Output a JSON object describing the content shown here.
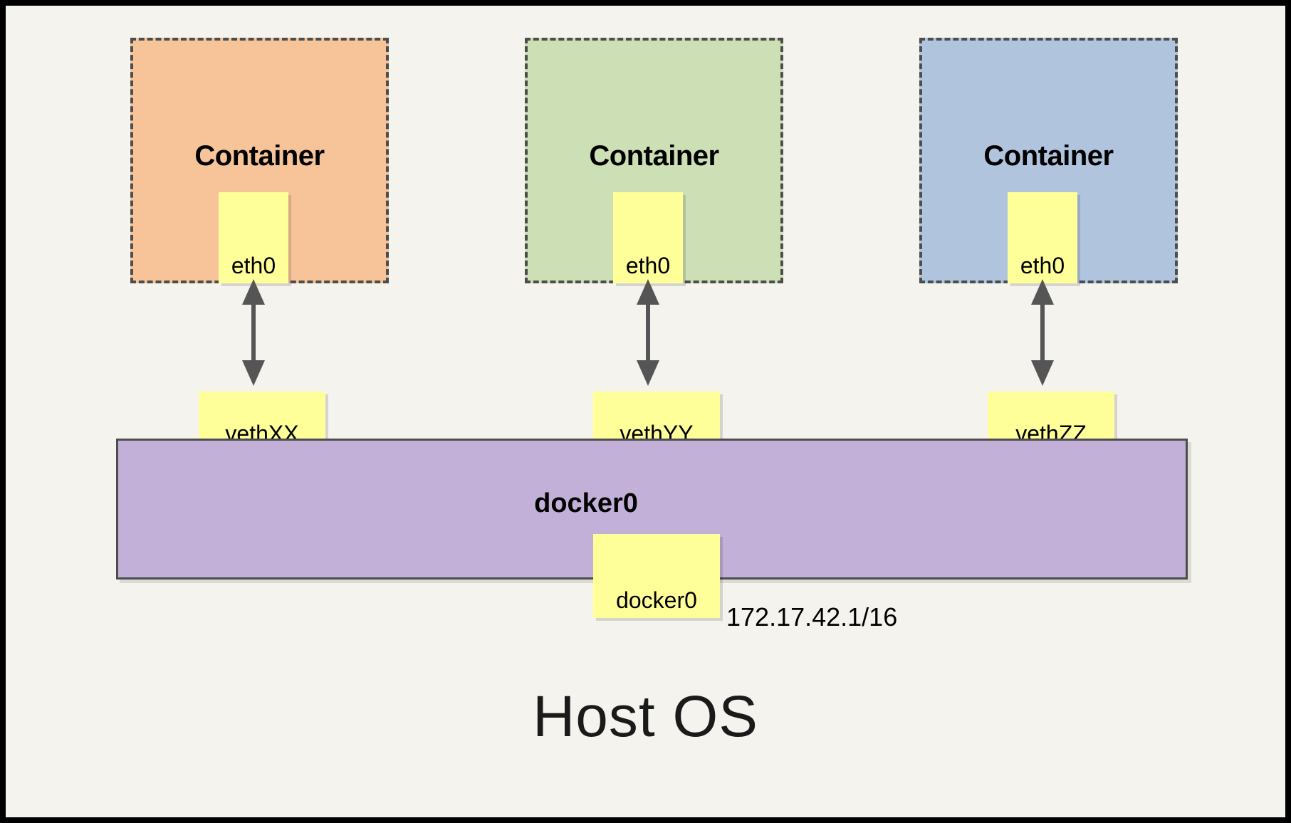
{
  "diagram": {
    "title_bottom": "Host OS",
    "bridge": {
      "name": "docker0",
      "node_label": "docker0",
      "ip": "172.17.42.1/16",
      "color": "#c3b0d8",
      "border_color": "#4d4d4d"
    },
    "canvas": {
      "background": "#f4f3ee",
      "frame_color": "#000000"
    },
    "node_color": "#ffff99",
    "arrow_color": "#555555",
    "containers": [
      {
        "label": "Container",
        "iface": "eth0",
        "veth": "vethXX",
        "color": "#f7c49a",
        "border_color": "#4d4d4d"
      },
      {
        "label": "Container",
        "iface": "eth0",
        "veth": "vethYY",
        "color": "#cddfb4",
        "border_color": "#4d4d4d"
      },
      {
        "label": "Container",
        "iface": "eth0",
        "veth": "vethZZ",
        "color": "#b0c4de",
        "border_color": "#4d4d4d"
      }
    ]
  }
}
